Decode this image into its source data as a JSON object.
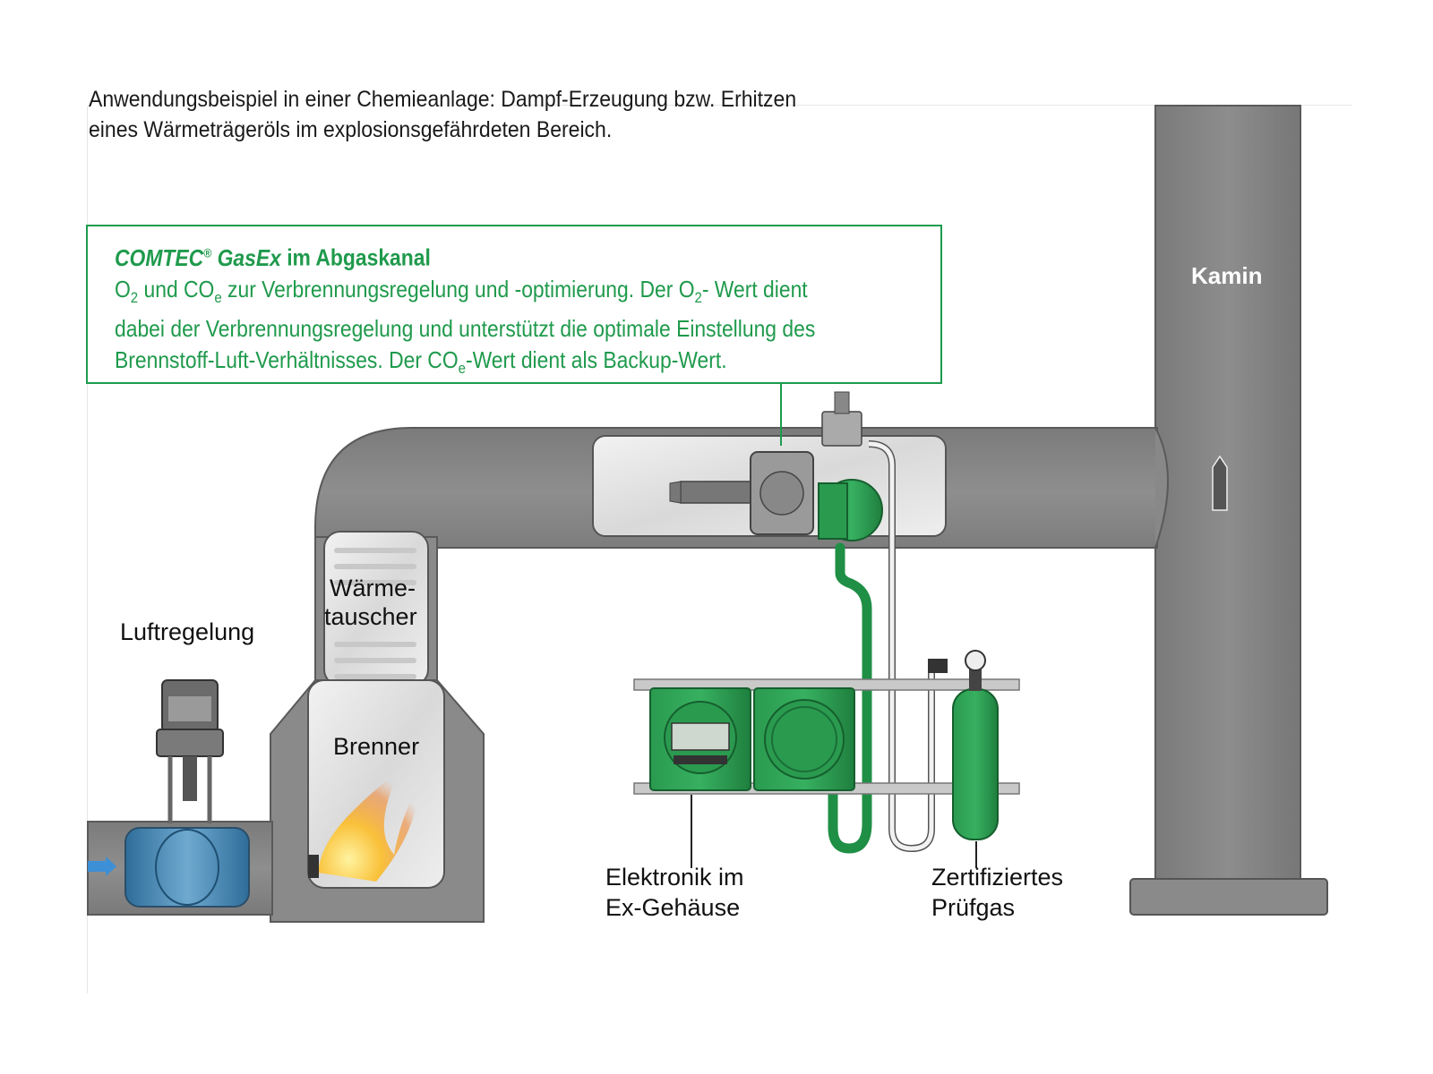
{
  "heading": {
    "line1": "Anwendungsbeispiel in einer Chemieanlage: Dampf-Erzeugung  bzw. Erhitzen",
    "line2": "eines Wärmeträgeröls im explosionsgefährdeten Bereich."
  },
  "callout": {
    "title_brand": "COMTEC",
    "title_reg": "®",
    "title_product": " GasEx",
    "title_rest": " im Abgaskanal",
    "line1_a": "O",
    "line1_b": "2",
    "line1_c": " und CO",
    "line1_d": "e",
    "line1_e": " zur Verbrennungsregelung und -optimierung. Der O",
    "line1_f": "2",
    "line1_g": "- Wert dient",
    "line2": "dabei der Verbrennungsregelung und unterstützt die optimale Einstellung des",
    "line3_a": "Brennstoff-Luft-Verhältnisses. Der CO",
    "line3_b": "e",
    "line3_c": "-Wert dient als Backup-Wert."
  },
  "labels": {
    "kamin": "Kamin",
    "waerme1": "Wärme-",
    "waerme2": "tauscher",
    "luftregelung": "Luftregelung",
    "brenner": "Brenner",
    "elektronik1": "Elektronik im",
    "elektronik2": "Ex-Gehäuse",
    "pruefgas1": "Zertifiziertes",
    "pruefgas2": "Prüfgas"
  },
  "colors": {
    "accent_green": "#1e9b4e",
    "pipe_gray": "#8a8a8a",
    "device_green": "#1f8f45"
  }
}
